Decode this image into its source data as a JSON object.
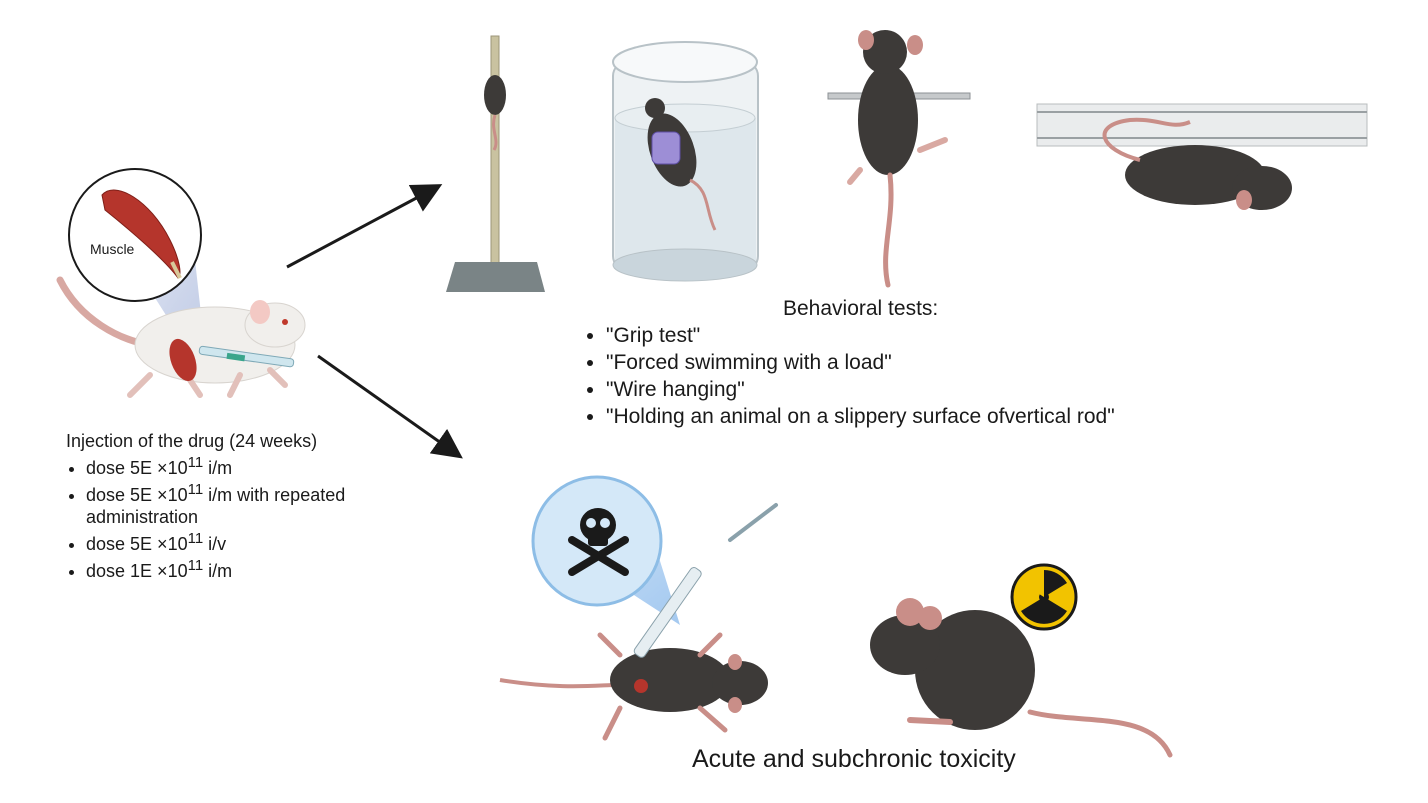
{
  "muscle_label": "Muscle",
  "injection": {
    "title": "Injection of the drug (24 weeks)",
    "items": [
      {
        "pre": "dose 5E ×10",
        "sup": "11",
        "post": " i/m"
      },
      {
        "pre": "dose 5E ×10",
        "sup": "11",
        "post": " i/m with repeated administration"
      },
      {
        "pre": "dose 5E ×10",
        "sup": "11",
        "post": " i/v"
      },
      {
        "pre": "dose 1E ×10",
        "sup": "11",
        "post": " i/m"
      }
    ]
  },
  "behavioral": {
    "title": "Behavioral tests:",
    "items": [
      "\"Grip  test\"",
      "\"Forced swimming with a load\"",
      "\"Wire hanging\"",
      "\"Holding an animal on a slippery surface ofvertical rod\""
    ]
  },
  "toxicity_title": "Acute and subchronic toxicity",
  "colors": {
    "arrow": "#1a1a1a",
    "mouse_dark": "#3d3a38",
    "mouse_white": "#f1efec",
    "tail_pink": "#c98e88",
    "muscle_red": "#b5352c",
    "skull_circle": "#d4e8f8",
    "radiation_yellow": "#f2c300",
    "pole": "#c9c2a0",
    "base": "#7a8486",
    "liquid": "#d9e4ea"
  },
  "icons": [
    "muscle-icon",
    "syringe-icon",
    "skull-crossbones-icon",
    "radiation-icon",
    "backpack-icon"
  ]
}
